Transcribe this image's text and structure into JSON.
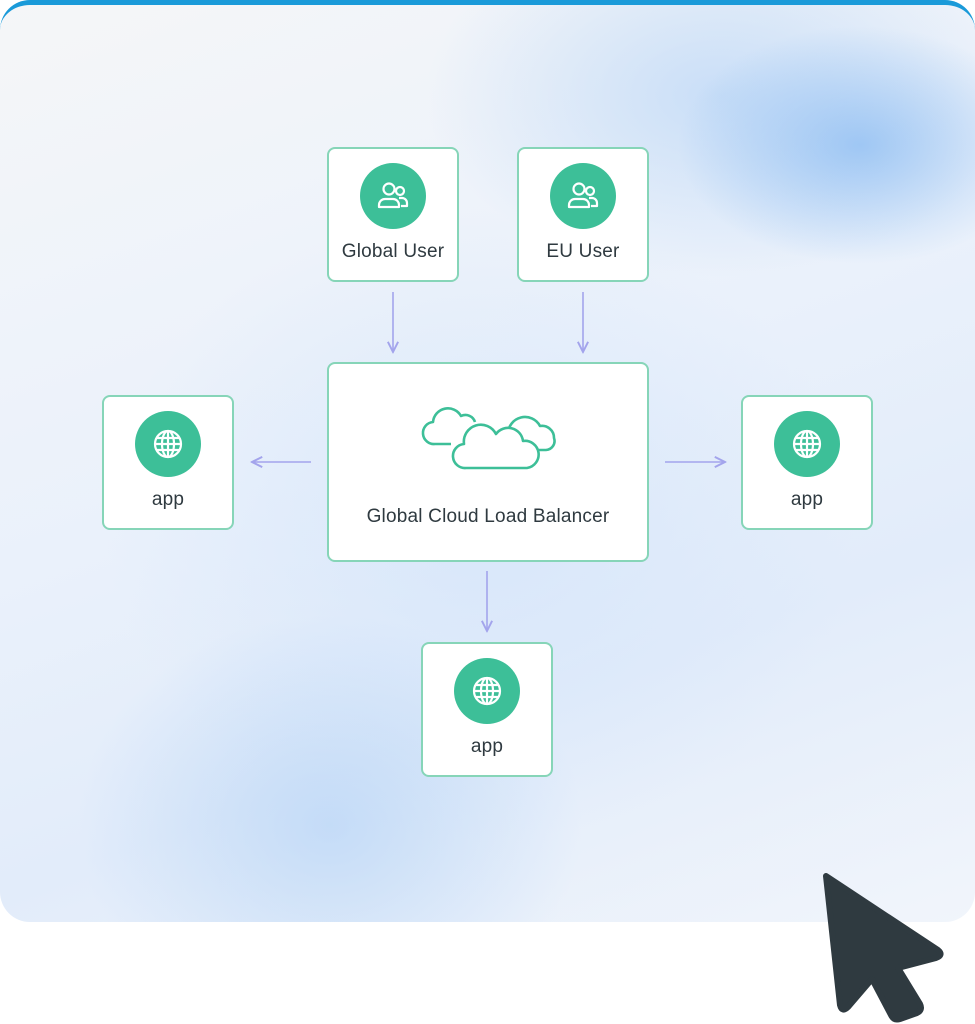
{
  "nodes": {
    "global_user": {
      "label": "Global User",
      "icon": "users-icon"
    },
    "eu_user": {
      "label": "EU User",
      "icon": "users-icon"
    },
    "load_balancer": {
      "label": "Global Cloud Load Balancer",
      "icon": "cloud-icon"
    },
    "app_left": {
      "label": "app",
      "icon": "globe-icon"
    },
    "app_right": {
      "label": "app",
      "icon": "globe-icon"
    },
    "app_bottom": {
      "label": "app",
      "icon": "globe-icon"
    }
  },
  "edges": [
    {
      "from": "Global User",
      "to": "Global Cloud Load Balancer"
    },
    {
      "from": "EU User",
      "to": "Global Cloud Load Balancer"
    },
    {
      "from": "Global Cloud Load Balancer",
      "to": "app (left)"
    },
    {
      "from": "Global Cloud Load Balancer",
      "to": "app (right)"
    },
    {
      "from": "Global Cloud Load Balancer",
      "to": "app (bottom)"
    }
  ],
  "colors": {
    "node_border": "#86d5b8",
    "icon_badge": "#3dbf98",
    "arrow": "#a3a4ec",
    "accent_top": "#1a9ad9",
    "cursor": "#2f3a40"
  }
}
